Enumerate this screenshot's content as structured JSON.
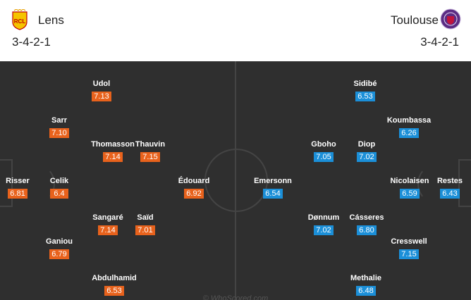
{
  "home": {
    "name": "Lens",
    "formation": "3-4-2-1",
    "color": "#e8621c",
    "crest_text": "RCL",
    "players": [
      {
        "name": "Udol",
        "rating": "7.13"
      },
      {
        "name": "Sarr",
        "rating": "7.10"
      },
      {
        "name": "Thomasson",
        "rating": "7.14"
      },
      {
        "name": "Thauvin",
        "rating": "7.15"
      },
      {
        "name": "Risser",
        "rating": "6.81"
      },
      {
        "name": "Celik",
        "rating": "6.4"
      },
      {
        "name": "Édouard",
        "rating": "6.92"
      },
      {
        "name": "Sangaré",
        "rating": "7.14"
      },
      {
        "name": "Saïd",
        "rating": "7.01"
      },
      {
        "name": "Ganiou",
        "rating": "6.79"
      },
      {
        "name": "Abdulhamid",
        "rating": "6.53"
      }
    ]
  },
  "away": {
    "name": "Toulouse",
    "formation": "3-4-2-1",
    "color": "#1b8fd8",
    "players": [
      {
        "name": "Sidibé",
        "rating": "6.53"
      },
      {
        "name": "Koumbassa",
        "rating": "6.26"
      },
      {
        "name": "Gboho",
        "rating": "7.05"
      },
      {
        "name": "Diop",
        "rating": "7.02"
      },
      {
        "name": "Emersonn",
        "rating": "6.54"
      },
      {
        "name": "Nicolaisen",
        "rating": "6.59"
      },
      {
        "name": "Restes",
        "rating": "6.43"
      },
      {
        "name": "Dønnum",
        "rating": "7.02"
      },
      {
        "name": "Cásseres",
        "rating": "6.80"
      },
      {
        "name": "Cresswell",
        "rating": "7.15"
      },
      {
        "name": "Methalie",
        "rating": "6.48"
      }
    ]
  },
  "watermark": "© WhoScored.com"
}
